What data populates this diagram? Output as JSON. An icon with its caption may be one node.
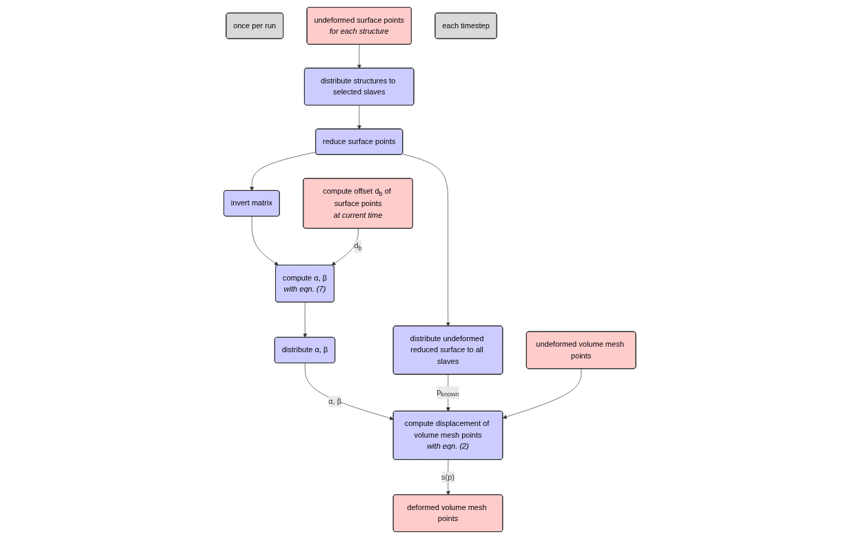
{
  "diagram": {
    "nodes": [
      {
        "text": [
          "once per run"
        ]
      },
      {
        "text": [
          "undeformed surface points",
          "for each structure"
        ]
      },
      {
        "text": [
          "distribute structures to selected slaves"
        ]
      },
      {
        "text": [
          "reduce surface points"
        ]
      },
      {
        "text": [
          "distribute undeformed reduced surface to all slaves"
        ]
      },
      {
        "text": [
          "invert matrix"
        ]
      },
      {
        "text": [
          "each timestep"
        ]
      },
      {
        "text": [
          "compute offset d$_{b}$ of surface points",
          "at current time"
        ]
      },
      {
        "text": [
          "compute α, β",
          "with eqn. (7)"
        ]
      },
      {
        "text": [
          "distribute α, β"
        ]
      },
      {
        "text": [
          "undeformed volume mesh points"
        ]
      },
      {
        "text": [
          "compute displacement of volume mesh points",
          "with eqn. (2)"
        ]
      },
      {
        "text": [
          "deformed volume mesh points"
        ]
      }
    ],
    "edges": [
      {
        "from": 1,
        "to": 2,
        "arrow": "to"
      },
      {
        "from": 2,
        "to": 3,
        "arrow": "to"
      },
      {
        "from": 3,
        "to": 4,
        "arrow": "to"
      },
      {
        "from": 3,
        "to": 5,
        "arrow": "to"
      },
      {
        "from": 5,
        "to": 8,
        "arrow": "to"
      },
      {
        "from": 7,
        "to": 8,
        "arrow": "to",
        "label": "d$_{b}$"
      },
      {
        "from": 8,
        "to": 9,
        "arrow": "to"
      },
      {
        "from": 9,
        "to": 11,
        "arrow": "to",
        "label": "α, β"
      },
      {
        "from": 4,
        "to": 11,
        "arrow": "to",
        "label": "p$_{known}$"
      },
      {
        "from": 10,
        "to": 11,
        "arrow": "to"
      },
      {
        "from": 11,
        "to": 12,
        "arrow": "to",
        "label": "s(p)"
      }
    ]
  }
}
